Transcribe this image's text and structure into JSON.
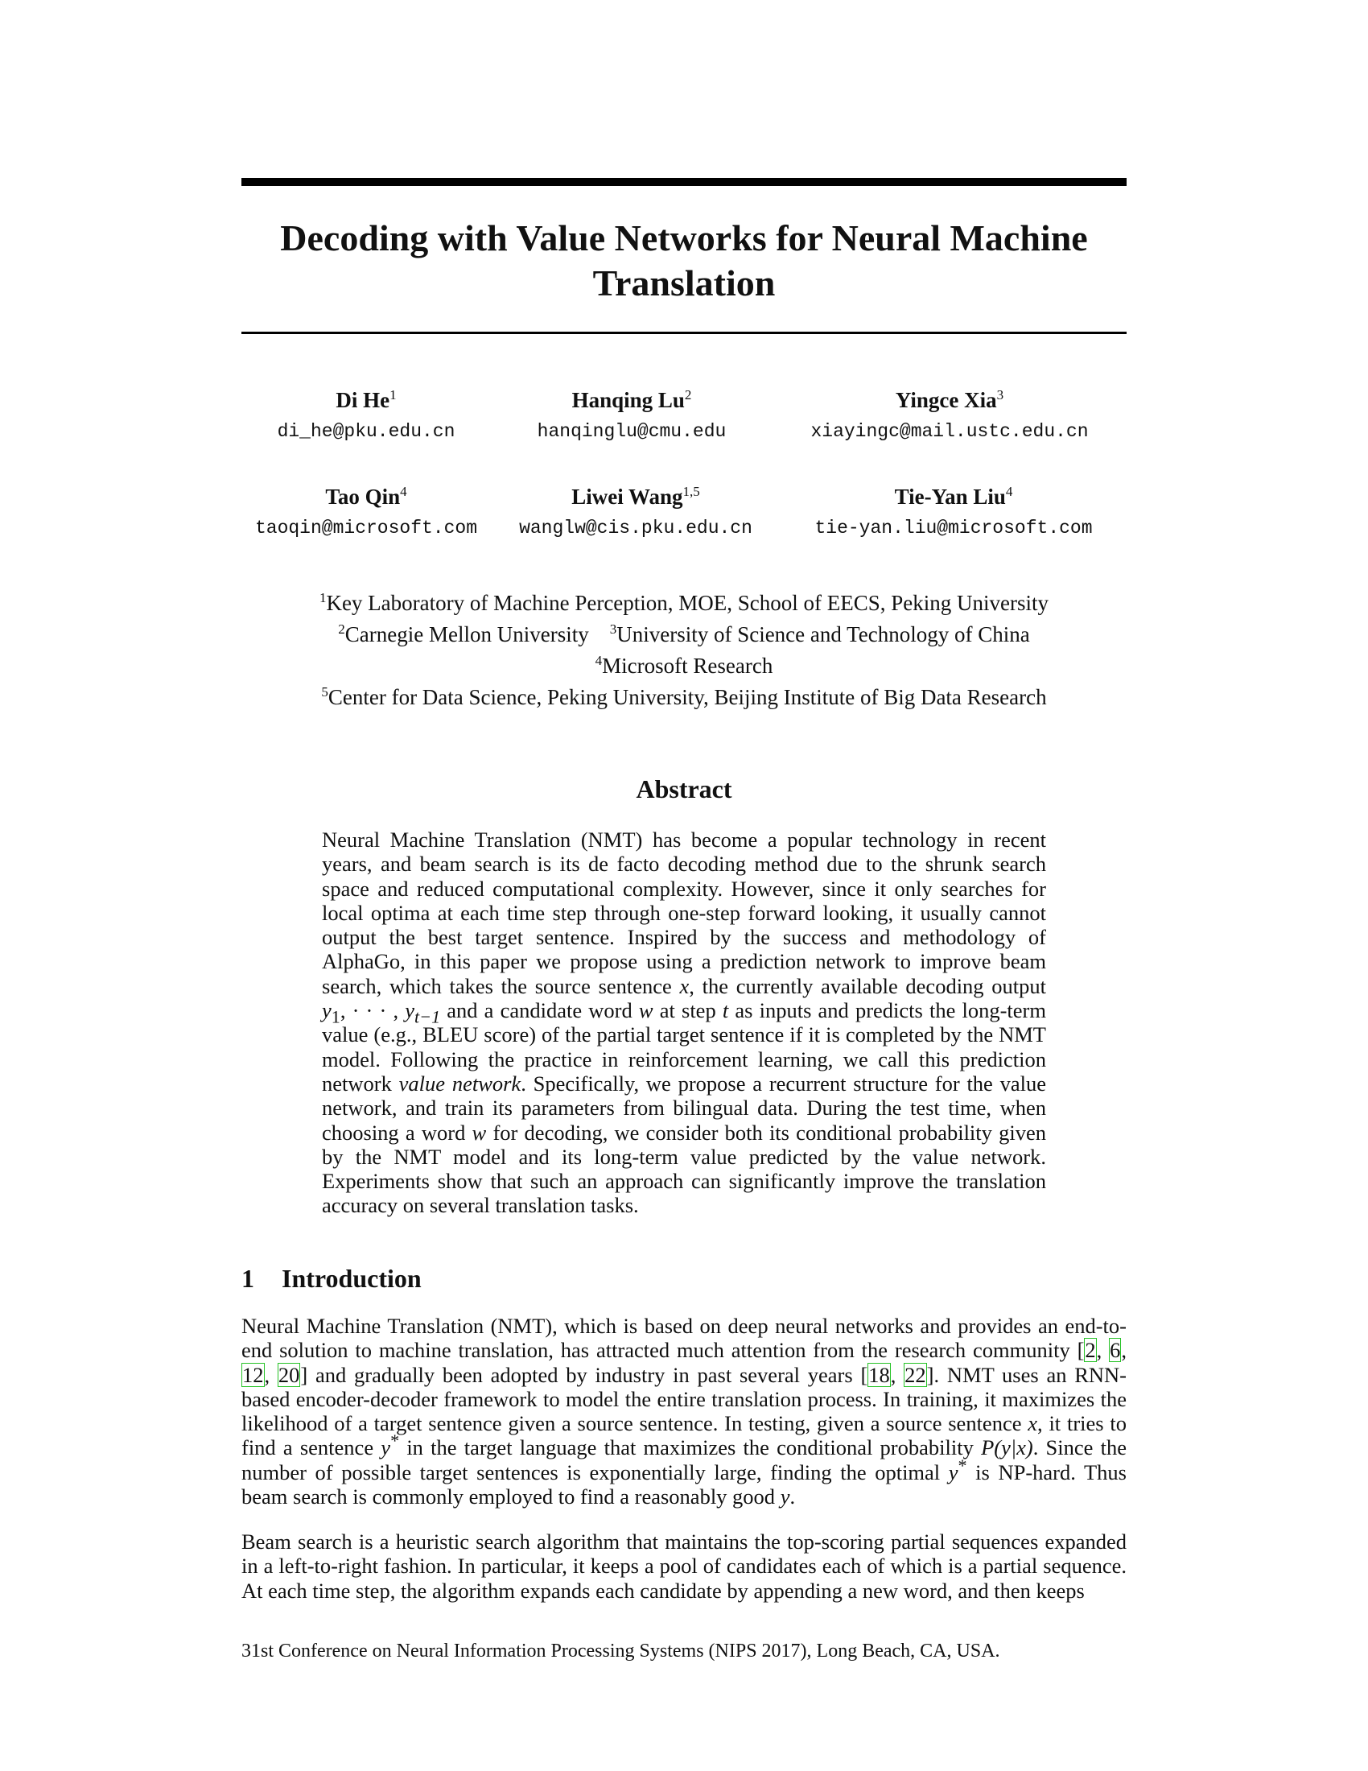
{
  "paper": {
    "title": "Decoding with Value Networks for Neural Machine Translation",
    "authors": [
      {
        "name": "Di He",
        "sup": "1",
        "email": "di_he@pku.edu.cn"
      },
      {
        "name": "Hanqing Lu",
        "sup": "2",
        "email": "hanqinglu@cmu.edu"
      },
      {
        "name": "Yingce Xia",
        "sup": "3",
        "email": "xiayingc@mail.ustc.edu.cn"
      },
      {
        "name": "Tao Qin",
        "sup": "4",
        "email": "taoqin@microsoft.com"
      },
      {
        "name": "Liwei Wang",
        "sup": "1,5",
        "email": "wanglw@cis.pku.edu.cn"
      },
      {
        "name": "Tie-Yan Liu",
        "sup": "4",
        "email": "tie-yan.liu@microsoft.com"
      }
    ],
    "affiliations": {
      "a1": {
        "sup": "1",
        "text": "Key Laboratory of Machine Perception, MOE, School of EECS, Peking University"
      },
      "a2": {
        "sup": "2",
        "text": "Carnegie Mellon University"
      },
      "a3": {
        "sup": "3",
        "text": "University of Science and Technology of China"
      },
      "a4": {
        "sup": "4",
        "text": "Microsoft Research"
      },
      "a5": {
        "sup": "5",
        "text": "Center for Data Science, Peking University, Beijing Institute of Big Data Research"
      }
    },
    "abstract": {
      "heading": "Abstract",
      "s1": "Neural Machine Translation (NMT) has become a popular technology in recent years, and beam search is its de facto decoding method due to the shrunk search space and reduced computational complexity. However, since it only searches for local optima at each time step through one-step forward looking, it usually cannot output the best target sentence. Inspired by the success and methodology of AlphaGo, in this paper we propose using a prediction network to improve beam search, which takes the source sentence ",
      "s2": ", the currently available decoding output ",
      "s3": " and a candidate word ",
      "s4": " at step ",
      "s5": " as inputs and predicts the long-term value (e.g., BLEU score) of the partial target sentence if it is completed by the NMT model. Following the practice in reinforcement learning, we call this prediction network ",
      "s6": "value network",
      "s7": ". Specifically, we propose a recurrent structure for the value network, and train its parameters from bilingual data. During the test time, when choosing a word ",
      "s8": " for decoding, we consider both its conditional probability given by the NMT model and its long-term value predicted by the value network. Experiments show that such an approach can significantly improve the translation accuracy on several translation tasks."
    },
    "intro": {
      "number": "1",
      "heading": "Introduction",
      "p1": {
        "t1": "Neural Machine Translation (NMT), which is based on deep neural networks and provides an end-to-end solution to machine translation, has attracted much attention from the research community ",
        "c1": [
          "2",
          "6",
          "12",
          "20"
        ],
        "t2": " and gradually been adopted by industry in past several years ",
        "c2": [
          "18",
          "22"
        ],
        "t3": ". NMT uses an RNN-based encoder-decoder framework to model the entire translation process. In training, it maximizes the likelihood of a target sentence given a source sentence. In testing, given a source sentence ",
        "t4": ", it tries to find a sentence ",
        "t5": " in the target language that maximizes the conditional probability ",
        "t6": ". Since the number of possible target sentences is exponentially large, finding the optimal ",
        "t7": " is NP-hard. Thus beam search is commonly employed to find a reasonably good ",
        "t8": "."
      },
      "p2": "Beam search is a heuristic search algorithm that maintains the top-scoring partial sequences expanded in a left-to-right fashion. In particular, it keeps a pool of candidates each of which is a partial sequence. At each time step, the algorithm expands each candidate by appending a new word, and then keeps"
    },
    "math": {
      "x": "x",
      "w": "w",
      "t": "t",
      "y": "y",
      "ystar": "y",
      "star": "*",
      "seq_y1": "y",
      "seq_sub1": "1",
      "seq_dots": ", · · · , ",
      "seq_yt": "y",
      "seq_subt": "t−1",
      "prob": "P(y|x)"
    },
    "footer": "31st Conference on Neural Information Processing Systems (NIPS 2017), Long Beach, CA, USA."
  }
}
